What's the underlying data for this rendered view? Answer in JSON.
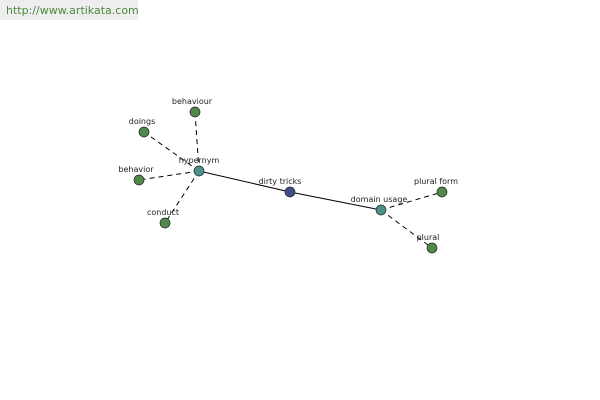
{
  "header": {
    "url_text": "http://www.artikata.com"
  },
  "colors": {
    "leaf_node": "#4f8a4a",
    "relation_node": "#4f8f8c",
    "center_node": "#3a4f8c",
    "url_text": "#4a8a3a"
  },
  "graph": {
    "nodes": [
      {
        "id": "dirty-tricks",
        "label": "dirty tricks",
        "kind": "center"
      },
      {
        "id": "hypernym",
        "label": "hypernym",
        "kind": "relation"
      },
      {
        "id": "domain-usage",
        "label": "domain usage",
        "kind": "relation"
      },
      {
        "id": "behaviour",
        "label": "behaviour",
        "kind": "leaf"
      },
      {
        "id": "doings",
        "label": "doings",
        "kind": "leaf"
      },
      {
        "id": "behavior",
        "label": "behavior",
        "kind": "leaf"
      },
      {
        "id": "conduct",
        "label": "conduct",
        "kind": "leaf"
      },
      {
        "id": "plural-form",
        "label": "plural form",
        "kind": "leaf"
      },
      {
        "id": "plural",
        "label": "plural",
        "kind": "leaf"
      }
    ],
    "edges": [
      {
        "from": "dirty-tricks",
        "to": "hypernym",
        "style": "solid"
      },
      {
        "from": "dirty-tricks",
        "to": "domain-usage",
        "style": "solid"
      },
      {
        "from": "hypernym",
        "to": "behaviour",
        "style": "dashed"
      },
      {
        "from": "hypernym",
        "to": "doings",
        "style": "dashed"
      },
      {
        "from": "hypernym",
        "to": "behavior",
        "style": "dashed"
      },
      {
        "from": "hypernym",
        "to": "conduct",
        "style": "dashed"
      },
      {
        "from": "domain-usage",
        "to": "plural-form",
        "style": "dashed"
      },
      {
        "from": "domain-usage",
        "to": "plural",
        "style": "dashed"
      }
    ]
  }
}
